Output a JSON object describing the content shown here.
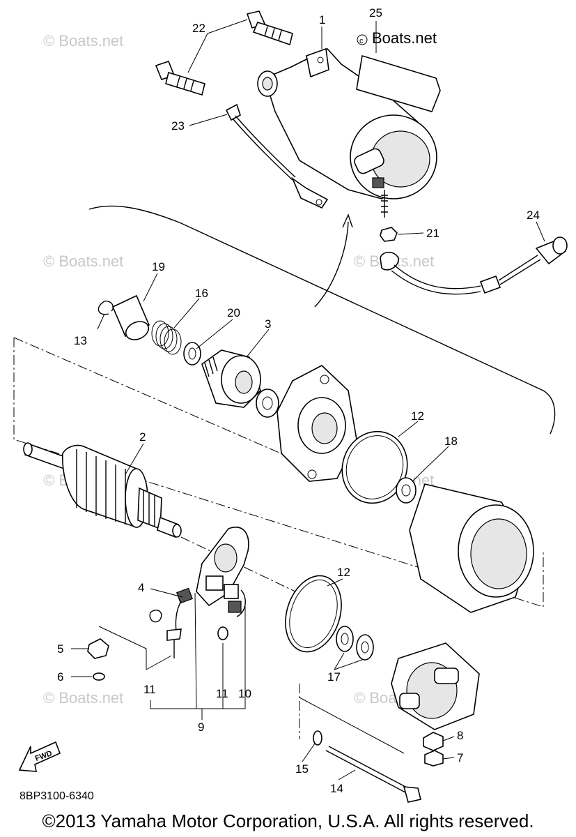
{
  "watermark": "© Boats.net",
  "watermark_top": "Boats.net",
  "diagram_code": "8BP3100-6340",
  "fwd_label": "FWD",
  "copyright": "©2013 Yamaha Motor Corporation, U.S.A. All rights reserved.",
  "callouts": {
    "c1": "1",
    "c2": "2",
    "c3": "3",
    "c4": "4",
    "c5": "5",
    "c6": "6",
    "c7": "7",
    "c8": "8",
    "c9": "9",
    "c10": "10",
    "c11a": "11",
    "c11b": "11",
    "c12a": "12",
    "c12b": "12",
    "c13": "13",
    "c14": "14",
    "c15": "15",
    "c16": "16",
    "c17": "17",
    "c18": "18",
    "c19": "19",
    "c20": "20",
    "c21": "21",
    "c22": "22",
    "c23": "23",
    "c24": "24",
    "c25": "25"
  }
}
